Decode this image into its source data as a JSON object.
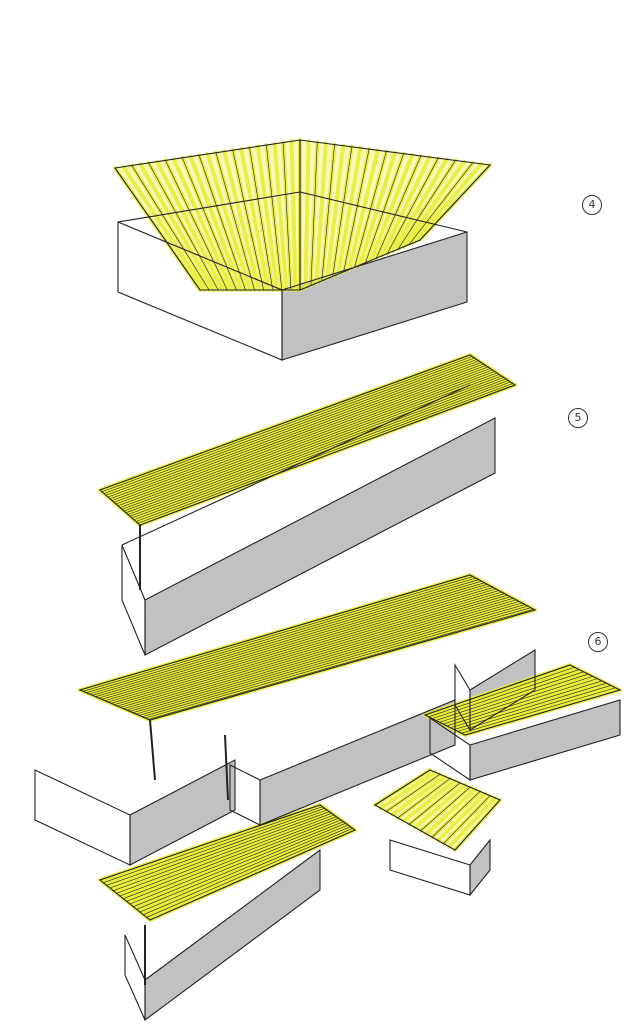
{
  "sketches": [
    {
      "label": "4"
    },
    {
      "label": "5"
    },
    {
      "label": "6"
    }
  ],
  "colors": {
    "highlighter": "#e8ee3a",
    "ink": "#222222",
    "shade": "#8e8e93"
  }
}
